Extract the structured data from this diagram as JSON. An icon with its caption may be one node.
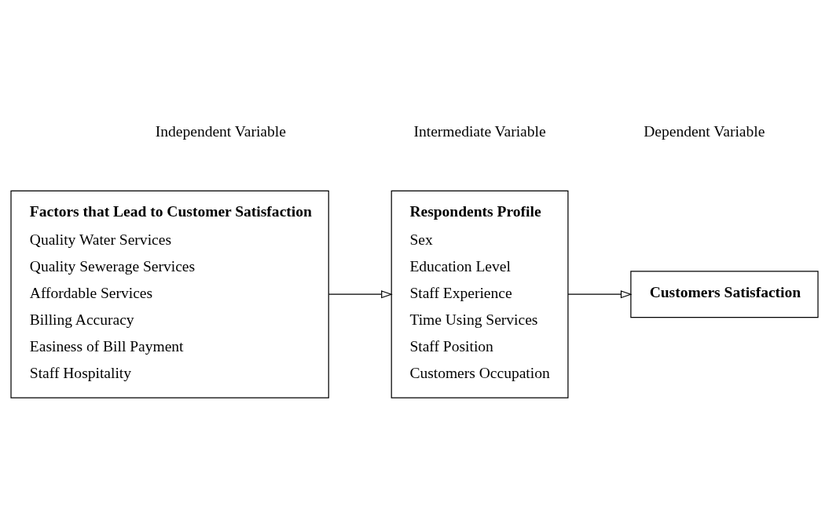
{
  "diagram": {
    "nodes": [
      {
        "text": [
          "Factors that Lead to Customer Satisfaction",
          "Quality Water Services",
          "Quality Sewerage Services",
          "Affordable Services",
          "Billing Accuracy",
          "Easiness of Bill Payment",
          "Staff Hospitality"
        ]
      },
      {
        "text": [
          "Respondents Profile",
          "Sex",
          "Education Level",
          "Staff Experience",
          "Time Using Services",
          "Staff Position",
          "Customers Occupation"
        ]
      },
      {
        "text": [
          "Customers Satisfaction"
        ]
      }
    ],
    "edges": [
      {
        "from": 0,
        "to": 1,
        "arrow": "to"
      },
      {
        "from": 1,
        "to": 2,
        "arrow": "to"
      }
    ],
    "labels": [
      "Independent Variable",
      "Intermediate Variable",
      "Dependent Variable"
    ]
  }
}
